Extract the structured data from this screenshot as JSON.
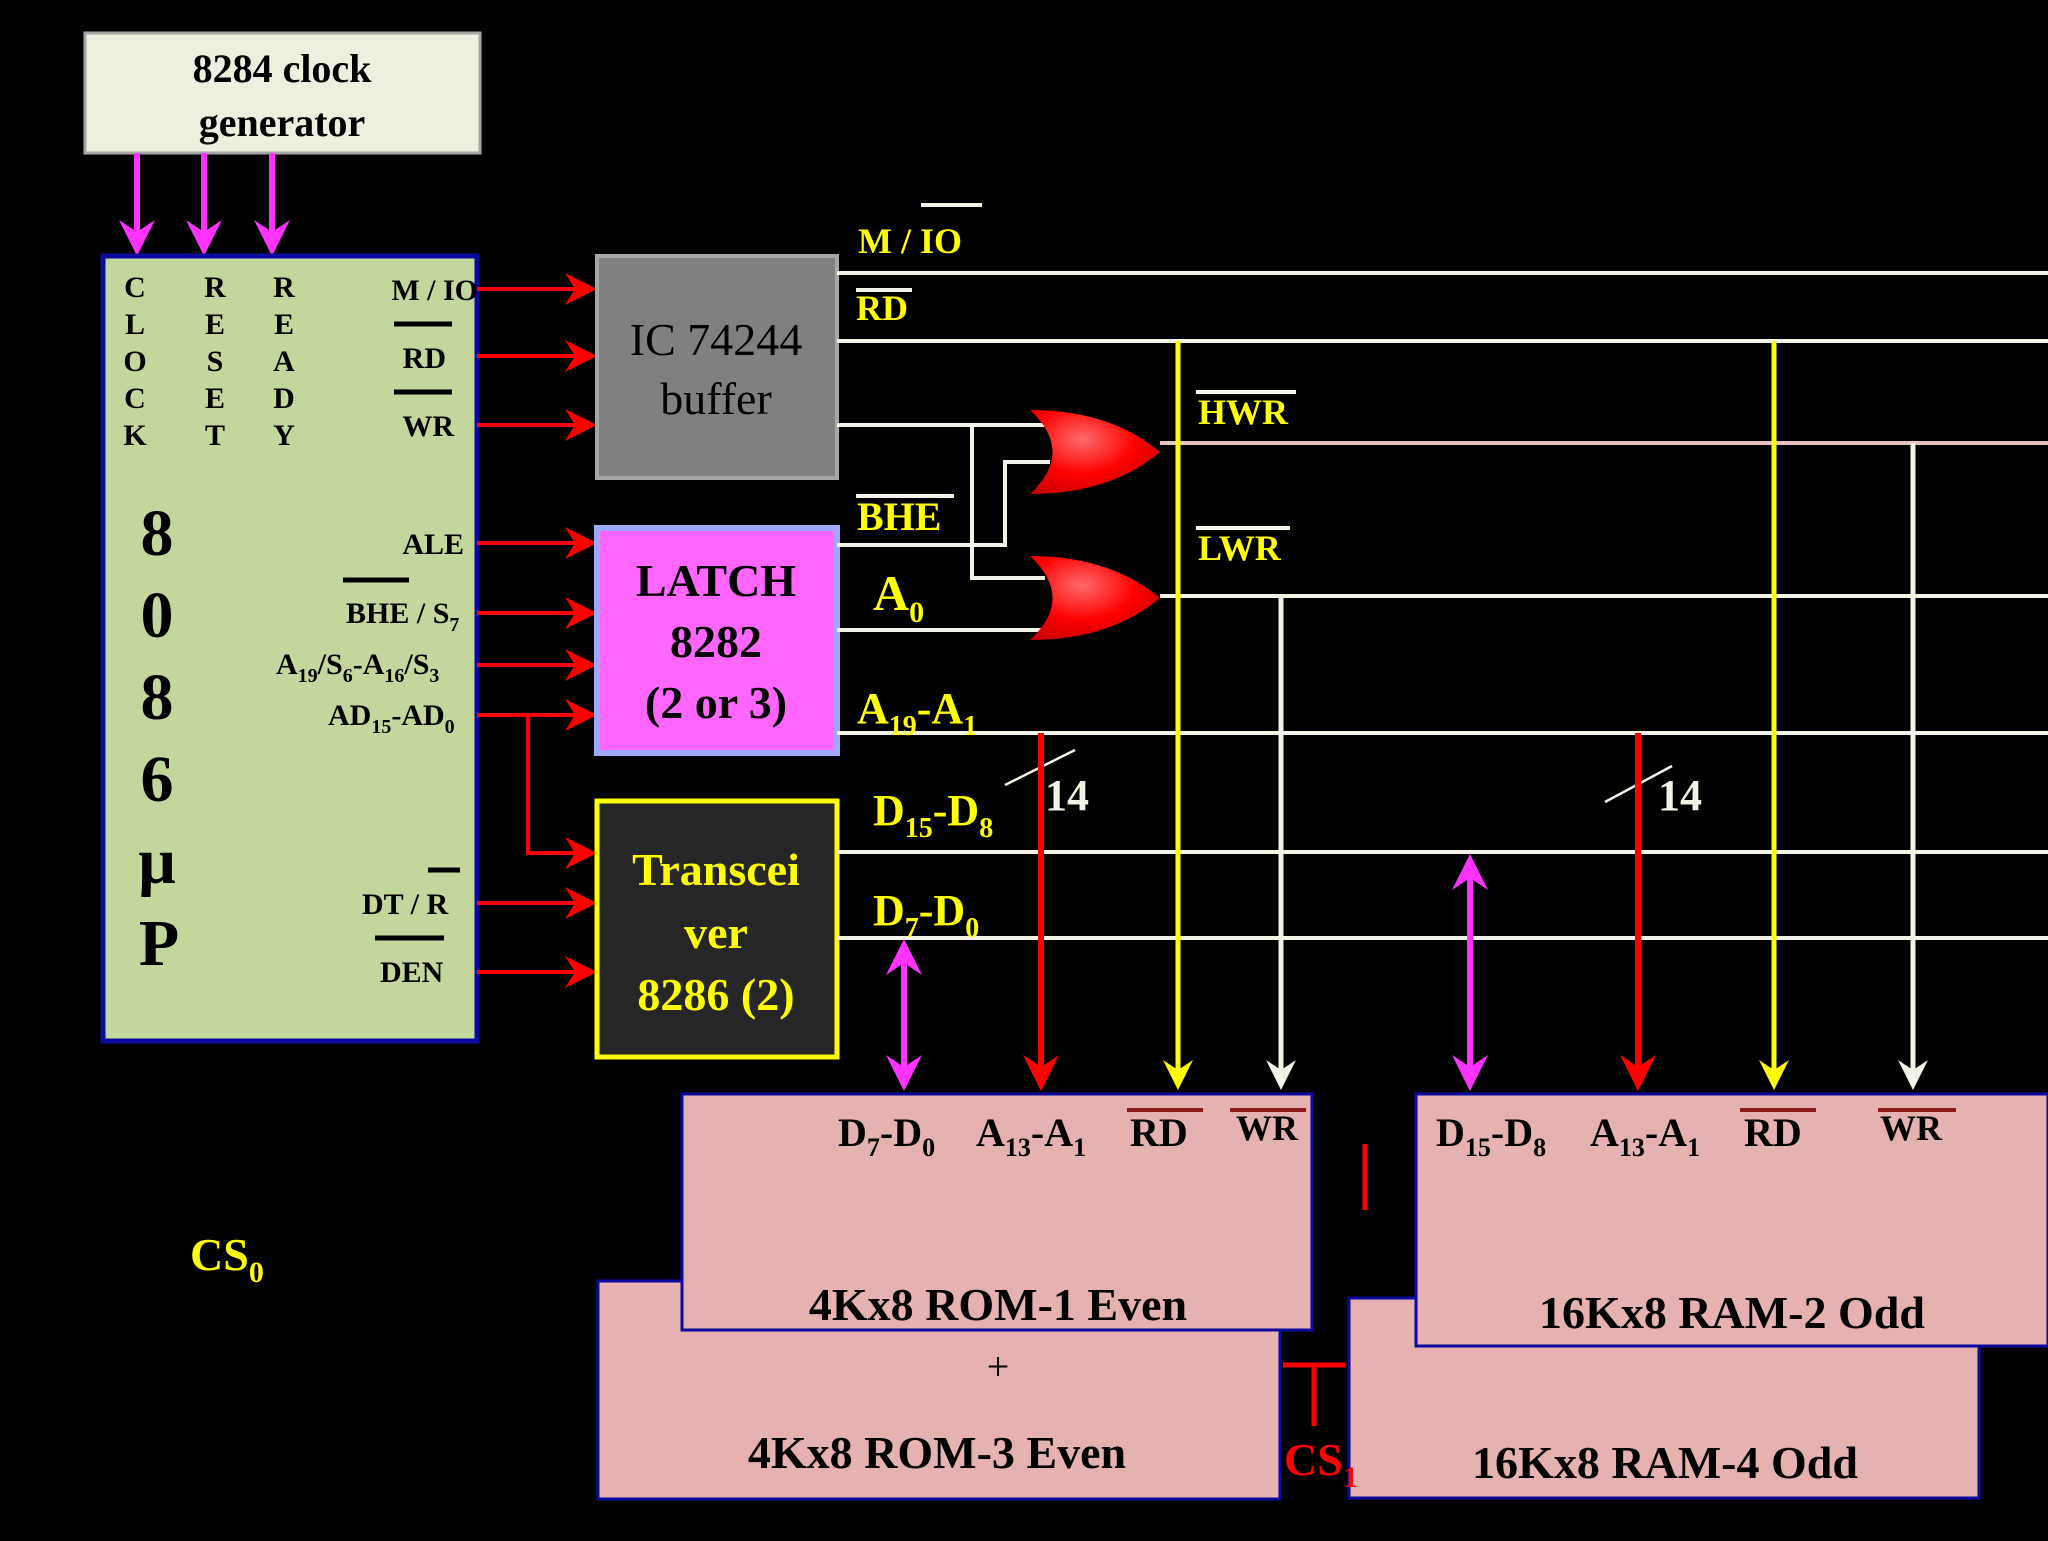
{
  "colors": {
    "background": "#000000",
    "cpu_fill": "#c3d69b",
    "cpu_border": "#0a0aa0",
    "clock_fill": "#ebf1de",
    "buffer_fill": "#808080",
    "latch_fill": "#ff66ff",
    "latch_border": "#9fa8ff",
    "transceiver_fill": "#262626",
    "transceiver_border": "#ffff00",
    "memory_fill": "#e6b1b1",
    "bus_line": "#f2f2e6",
    "red_signal": "#ff0000",
    "yellow_signal": "#ffff00",
    "magenta_signal": "#ff33ff",
    "label_yellow": "#ffff00",
    "gate_red": "#ff0000",
    "overbar_dark_red": "#8b1a1a"
  },
  "clock_generator": {
    "line1": "8284 clock",
    "line2": "generator"
  },
  "cpu": {
    "clock_letters": [
      "C",
      "L",
      "O",
      "C",
      "K"
    ],
    "reset_letters": [
      "R",
      "E",
      "S",
      "E",
      "T"
    ],
    "ready_letters": [
      "R",
      "E",
      "A",
      "D",
      "Y"
    ],
    "chip_letters": [
      "8",
      "0",
      "8",
      "6",
      "µ",
      "P"
    ],
    "pins": {
      "mio": "M / IO",
      "rd": "RD",
      "wr": "WR",
      "ale": "ALE",
      "bhe_a": "BHE",
      "bhe_b": " / S",
      "bhe_sub": "7",
      "addr_a": "A",
      "addr_s1": "19",
      "addr_b": "/S",
      "addr_s2": "6",
      "addr_c": "-A",
      "addr_s3": "16",
      "addr_d": "/S",
      "addr_s4": "3",
      "ad_a": "AD",
      "ad_s1": "15",
      "ad_b": "-AD",
      "ad_s2": "0",
      "dtr_a": "DT / ",
      "dtr_b": "R",
      "den": "DEN"
    }
  },
  "buffer": {
    "line1": "IC 74244",
    "line2": "buffer"
  },
  "latch": {
    "line1": "LATCH",
    "line2": "8282",
    "line3": "(2 or 3)"
  },
  "transceiver": {
    "line1": "Transcei",
    "line2": "ver",
    "line3": "8286 (2)"
  },
  "bus_labels": {
    "mio": "M / IO",
    "rd": "RD",
    "bhe": "BHE",
    "a0_main": "A",
    "a0_sub": "0",
    "addr_a": "A",
    "addr_s1": "19",
    "addr_b": "-A",
    "addr_s2": "1",
    "dhi_a": "D",
    "dhi_s1": "15",
    "dhi_b": "-D",
    "dhi_s2": "8",
    "dlo_a": "D",
    "dlo_s1": "7",
    "dlo_b": "-D",
    "dlo_s2": "0",
    "hwr": "HWR",
    "lwr": "LWR",
    "width_left": "14",
    "width_right": "14"
  },
  "rom_front": {
    "title": "4Kx8 ROM-1 Even",
    "d_a": "D",
    "d_s1": "7",
    "d_b": "-D",
    "d_s2": "0",
    "a_a": "A",
    "a_s1": "13",
    "a_b": "-A",
    "a_s2": "1",
    "rd": "RD",
    "wr": "WR"
  },
  "rom_back": {
    "title": "4Kx8 ROM-3 Even"
  },
  "plus_sign": "+",
  "ram_front": {
    "title": "16Kx8 RAM-2 Odd",
    "d_a": "D",
    "d_s1": "15",
    "d_b": "-D",
    "d_s2": "8",
    "a_a": "A",
    "a_s1": "13",
    "a_b": "-A",
    "a_s2": "1",
    "rd": "RD",
    "wr": "WR"
  },
  "ram_back": {
    "title": "16Kx8 RAM-4 Odd"
  },
  "cs0": {
    "main": "CS",
    "sub": "0"
  },
  "cs1": {
    "main": "CS",
    "sub": "1"
  }
}
